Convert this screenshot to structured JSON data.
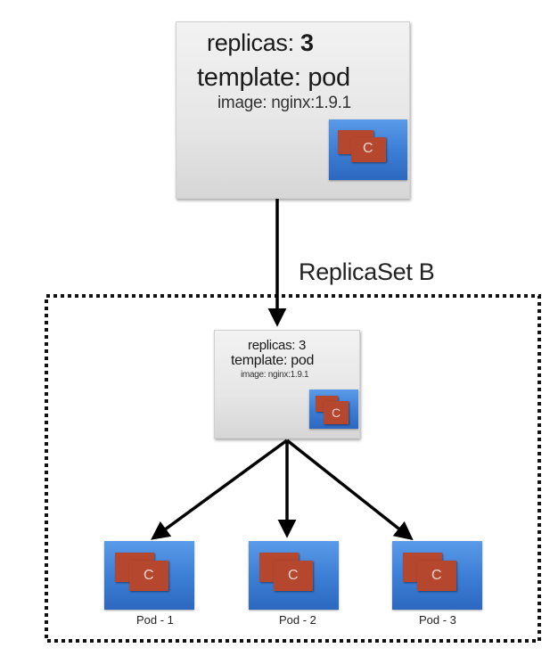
{
  "deployment": {
    "replicas_label": "replicas: ",
    "replicas_value": "3",
    "template": "template: pod",
    "image": "image: nginx:1.9.1",
    "container_letter": "C"
  },
  "replicaset": {
    "title": "ReplicaSet B",
    "replicas": "replicas: 3",
    "template": "template: pod",
    "image": "image: nginx:1.9.1",
    "container_letter": "C"
  },
  "pods": [
    {
      "label": "Pod - 1",
      "container_letter": "C"
    },
    {
      "label": "Pod - 2",
      "container_letter": "C"
    },
    {
      "label": "Pod - 3",
      "container_letter": "C"
    }
  ],
  "colors": {
    "pod_blue": "#3d7fd6",
    "container_red": "#b5472f",
    "arrow": "#000000"
  }
}
